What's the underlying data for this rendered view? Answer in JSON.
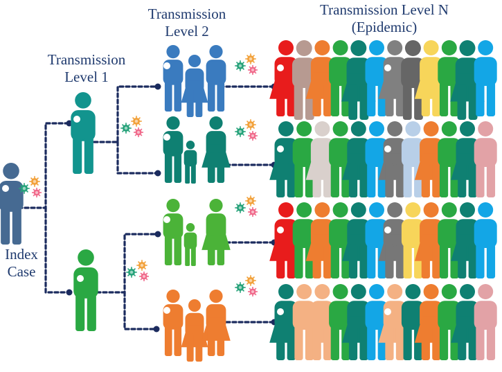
{
  "labels": {
    "index_case": [
      "Index",
      "Case"
    ],
    "level1": [
      "Transmission",
      "Level 1"
    ],
    "level2": [
      "Transmission",
      "Level 2"
    ],
    "levelN": [
      "Transmission Level N",
      "(Epidemic)"
    ]
  },
  "colors": {
    "index": "#466a92",
    "level1_upper": "#12948e",
    "level1_lower": "#2aa843",
    "dots": "#1b2b5e",
    "virus_orange": "#f2a13a",
    "virus_green": "#26a27a",
    "virus_pink": "#f06a8b",
    "groups": [
      "#3a7bbf",
      "#0f8072",
      "#4bb338",
      "#ee7d30"
    ]
  },
  "crowd_rows": [
    [
      "#e81c1c",
      "#b79a91",
      "#ee7d30",
      "#2aa843",
      "#0f8072",
      "#13a6e6",
      "#808080",
      "#666666",
      "#f7d55a",
      "#2aa843",
      "#0f8072",
      "#13a6e6"
    ],
    [
      "#0f8072",
      "#2aa843",
      "#d9d0cc",
      "#2aa843",
      "#0f8072",
      "#13a6e6",
      "#777777",
      "#b8cfe8",
      "#ee7d30",
      "#2aa843",
      "#0f8072",
      "#e2a2a6"
    ],
    [
      "#e81c1c",
      "#2aa843",
      "#ee7d30",
      "#2aa843",
      "#0f8072",
      "#13a6e6",
      "#777777",
      "#f7d55a",
      "#ee7d30",
      "#2aa843",
      "#0f8072",
      "#13a6e6"
    ],
    [
      "#0f8072",
      "#f4b183",
      "#f4b183",
      "#2aa843",
      "#0f8072",
      "#13a6e6",
      "#f4b183",
      "#0f8072",
      "#ee7d30",
      "#2aa843",
      "#0f8072",
      "#e2a2a6"
    ]
  ]
}
